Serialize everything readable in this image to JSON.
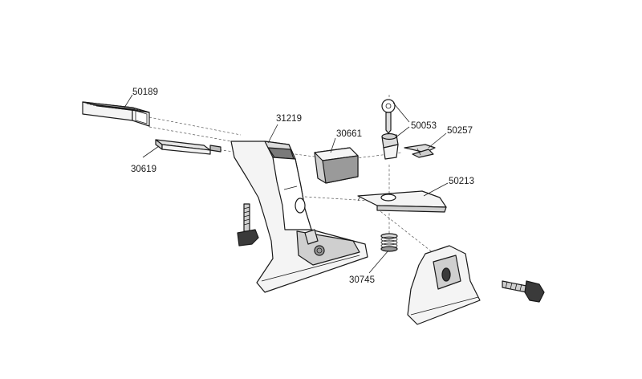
{
  "labels": {
    "bar": "50189",
    "rubber_pad": "30619",
    "foot": "31219",
    "cover": "30661",
    "lock_key": "50053",
    "clip": "50257",
    "pad_plate": "50213",
    "spring": "30745"
  },
  "colors": {
    "line": "#1a1a1a",
    "light": "#f4f4f4",
    "mid": "#cfcfcf",
    "dark": "#7a7a7a"
  }
}
